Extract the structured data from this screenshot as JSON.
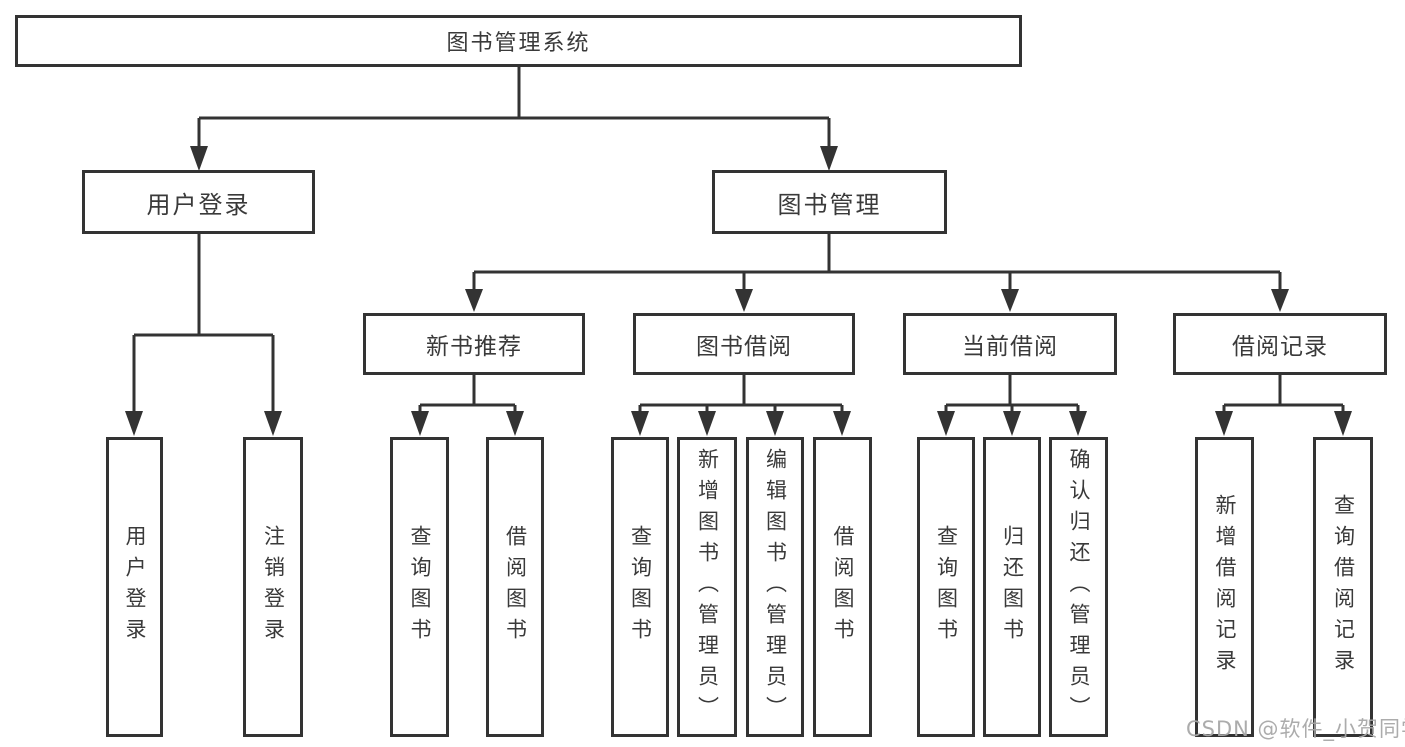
{
  "diagram": {
    "root": {
      "label": "图书管理系统"
    },
    "branches": [
      {
        "label": "用户登录",
        "children": [
          {
            "label": "用户登录"
          },
          {
            "label": "注销登录"
          }
        ]
      },
      {
        "label": "图书管理",
        "groups": [
          {
            "label": "新书推荐",
            "children": [
              {
                "label": "查询图书"
              },
              {
                "label": "借阅图书"
              }
            ]
          },
          {
            "label": "图书借阅",
            "children": [
              {
                "label": "查询图书"
              },
              {
                "label": "新增图书（管理员）"
              },
              {
                "label": "编辑图书（管理员）"
              },
              {
                "label": "借阅图书"
              }
            ]
          },
          {
            "label": "当前借阅",
            "children": [
              {
                "label": "查询图书"
              },
              {
                "label": "归还图书"
              },
              {
                "label": "确认归还（管理员）"
              }
            ]
          },
          {
            "label": "借阅记录",
            "children": [
              {
                "label": "新增借阅记录"
              },
              {
                "label": "查询借阅记录"
              }
            ]
          }
        ]
      }
    ]
  },
  "watermark": {
    "text": "CSDN @软件_小贺同学"
  },
  "colors": {
    "line": "#333333",
    "box_border": "#333333",
    "text": "#3a3a3a",
    "background": "#ffffff",
    "watermark": "#a8a8a8"
  }
}
